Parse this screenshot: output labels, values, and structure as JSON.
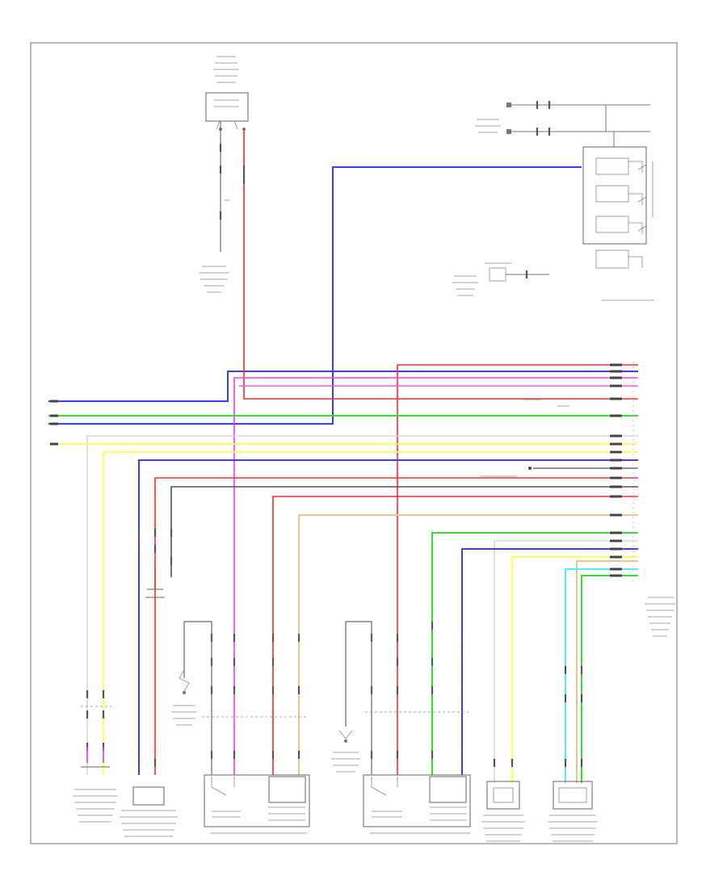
{
  "diagram": {
    "corner_label": "",
    "colors": {
      "red": "#ff2a2a",
      "blue": "#3b3bff",
      "magenta": "#ff33ff",
      "green": "#33dd33",
      "yellow": "#ffff55",
      "tan": "#e8c888",
      "grey": "#6e6e6e",
      "cyan": "#55e8ff",
      "light_grey": "#d8d8d8",
      "frame": "#888888"
    },
    "components": [
      {
        "name": "top-switch-box",
        "label": ""
      },
      {
        "name": "relay-box-upper",
        "label": ""
      },
      {
        "name": "relay-box-lower",
        "label": ""
      },
      {
        "name": "buckle-switch-left",
        "label": ""
      },
      {
        "name": "left-seat-module",
        "label": ""
      },
      {
        "name": "buckle-switch-right",
        "label": ""
      },
      {
        "name": "right-seat-module",
        "label": ""
      },
      {
        "name": "side-sensor-left",
        "label": ""
      },
      {
        "name": "side-sensor-right",
        "label": ""
      },
      {
        "name": "front-sensor",
        "label": ""
      }
    ]
  }
}
